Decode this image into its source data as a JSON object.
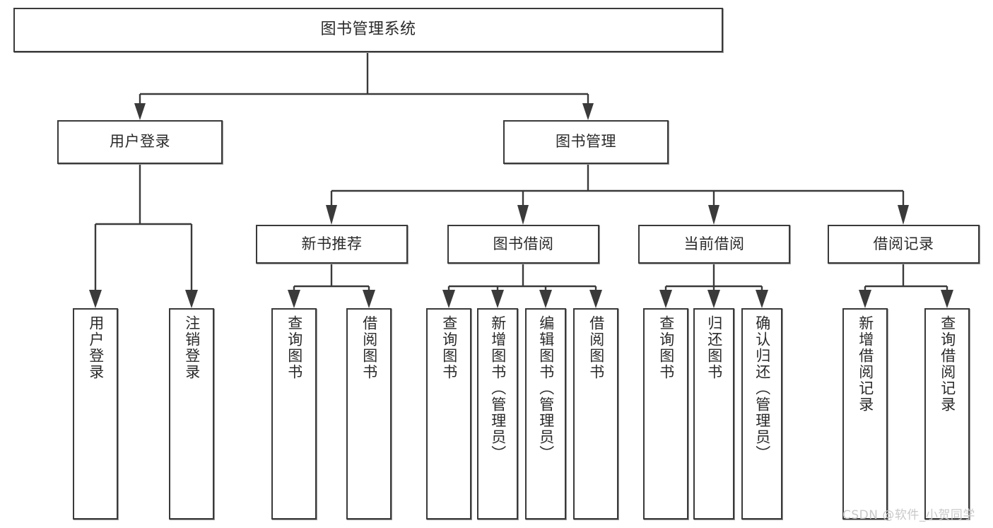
{
  "diagram": {
    "type": "tree-hierarchy",
    "title": "图书管理系统",
    "watermark": "CSDN @软件_小贺同学",
    "colors": {
      "box_border": "#3a3a3a",
      "box_fill": "#ffffff",
      "text": "#2a2a2a",
      "connector": "#3a3a3a",
      "watermark": "#c9c9c9"
    },
    "levels": {
      "root": {
        "label": "图书管理系统"
      },
      "level2": [
        {
          "label": "用户登录"
        },
        {
          "label": "图书管理"
        }
      ],
      "level3": [
        {
          "label": "新书推荐"
        },
        {
          "label": "图书借阅"
        },
        {
          "label": "当前借阅"
        },
        {
          "label": "借阅记录"
        }
      ],
      "leaves": {
        "user_login": [
          {
            "label": "用户登录"
          },
          {
            "label": "注销登录"
          }
        ],
        "new_book": [
          {
            "label": "查询图书"
          },
          {
            "label": "借阅图书"
          }
        ],
        "book_borrow": [
          {
            "label": "查询图书"
          },
          {
            "label": "新增图书（管理员）"
          },
          {
            "label": "编辑图书（管理员）"
          },
          {
            "label": "借阅图书"
          }
        ],
        "current_borrow": [
          {
            "label": "查询图书"
          },
          {
            "label": "归还图书"
          },
          {
            "label": "确认归还（管理员）"
          }
        ],
        "borrow_record": [
          {
            "label": "新增借阅记录"
          },
          {
            "label": "查询借阅记录"
          }
        ]
      }
    }
  }
}
